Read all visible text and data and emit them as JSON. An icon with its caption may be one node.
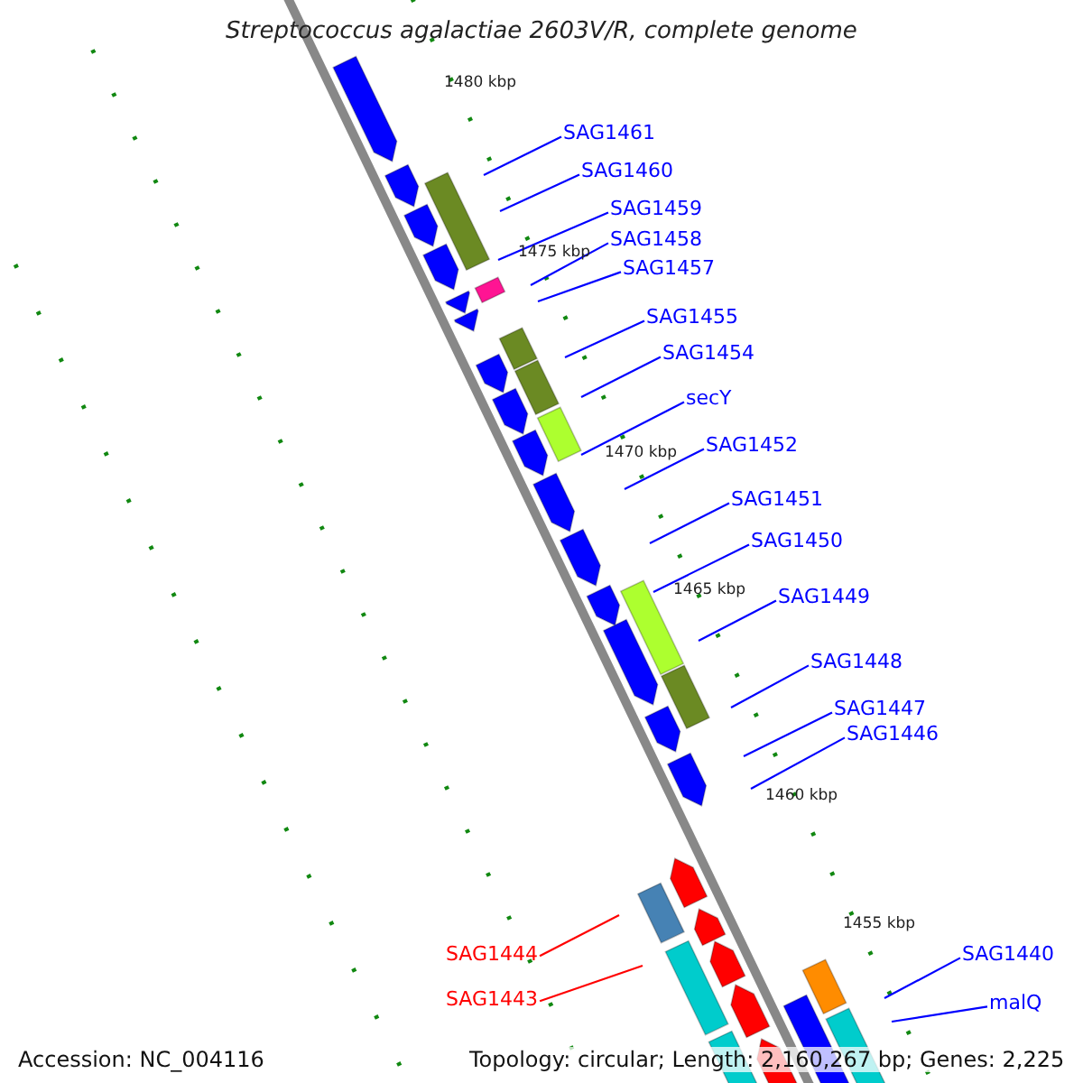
{
  "diagram": {
    "title": "Streptococcus agalactiae 2603V/R, complete genome",
    "nodes": [
      {
        "text": [
          "SAG1461"
        ]
      },
      {
        "text": [
          "SAG1460"
        ]
      },
      {
        "text": [
          "SAG1459"
        ]
      },
      {
        "text": [
          "SAG1458"
        ]
      },
      {
        "text": [
          "SAG1457"
        ]
      },
      {
        "text": [
          "SAG1455"
        ]
      },
      {
        "text": [
          "SAG1454"
        ]
      },
      {
        "text": [
          "secY"
        ]
      },
      {
        "text": [
          "SAG1452"
        ]
      },
      {
        "text": [
          "SAG1451"
        ]
      },
      {
        "text": [
          "SAG1450"
        ]
      },
      {
        "text": [
          "SAG1449"
        ]
      },
      {
        "text": [
          "SAG1448"
        ]
      },
      {
        "text": [
          "SAG1447"
        ]
      },
      {
        "text": [
          "SAG1446"
        ]
      },
      {
        "text": [
          "SAG1444"
        ]
      },
      {
        "text": [
          "SAG1443"
        ]
      },
      {
        "text": [
          "SAG1440"
        ]
      },
      {
        "text": [
          "malQ"
        ]
      }
    ],
    "edges": [
      {
        "from": 0,
        "to": null,
        "arrow": "none"
      },
      {
        "from": 1,
        "to": null,
        "arrow": "none"
      },
      {
        "from": 2,
        "to": null,
        "arrow": "none"
      },
      {
        "from": 3,
        "to": null,
        "arrow": "none"
      },
      {
        "from": 4,
        "to": null,
        "arrow": "none"
      },
      {
        "from": 5,
        "to": null,
        "arrow": "none"
      },
      {
        "from": 6,
        "to": null,
        "arrow": "none"
      },
      {
        "from": 7,
        "to": null,
        "arrow": "none"
      },
      {
        "from": 8,
        "to": null,
        "arrow": "none"
      },
      {
        "from": 9,
        "to": null,
        "arrow": "none"
      },
      {
        "from": 10,
        "to": null,
        "arrow": "none"
      },
      {
        "from": 11,
        "to": null,
        "arrow": "none"
      },
      {
        "from": 12,
        "to": null,
        "arrow": "none"
      },
      {
        "from": 13,
        "to": null,
        "arrow": "none"
      },
      {
        "from": 14,
        "to": null,
        "arrow": "none"
      },
      {
        "from": 15,
        "to": null,
        "arrow": "none",
        "color": "#ff0000"
      },
      {
        "from": 16,
        "to": null,
        "arrow": "none",
        "color": "#ff0000"
      },
      {
        "from": 17,
        "to": null,
        "arrow": "none"
      },
      {
        "from": 18,
        "to": null,
        "arrow": "none"
      }
    ],
    "labels": [
      "1480 kbp",
      "1475 kbp",
      "1470 kbp",
      "1465 kbp",
      "1460 kbp",
      "1455 kbp",
      "Accession: NC_004116",
      "Topology: circular; Length: 2,160,267 bp; Genes: 2,225"
    ]
  }
}
